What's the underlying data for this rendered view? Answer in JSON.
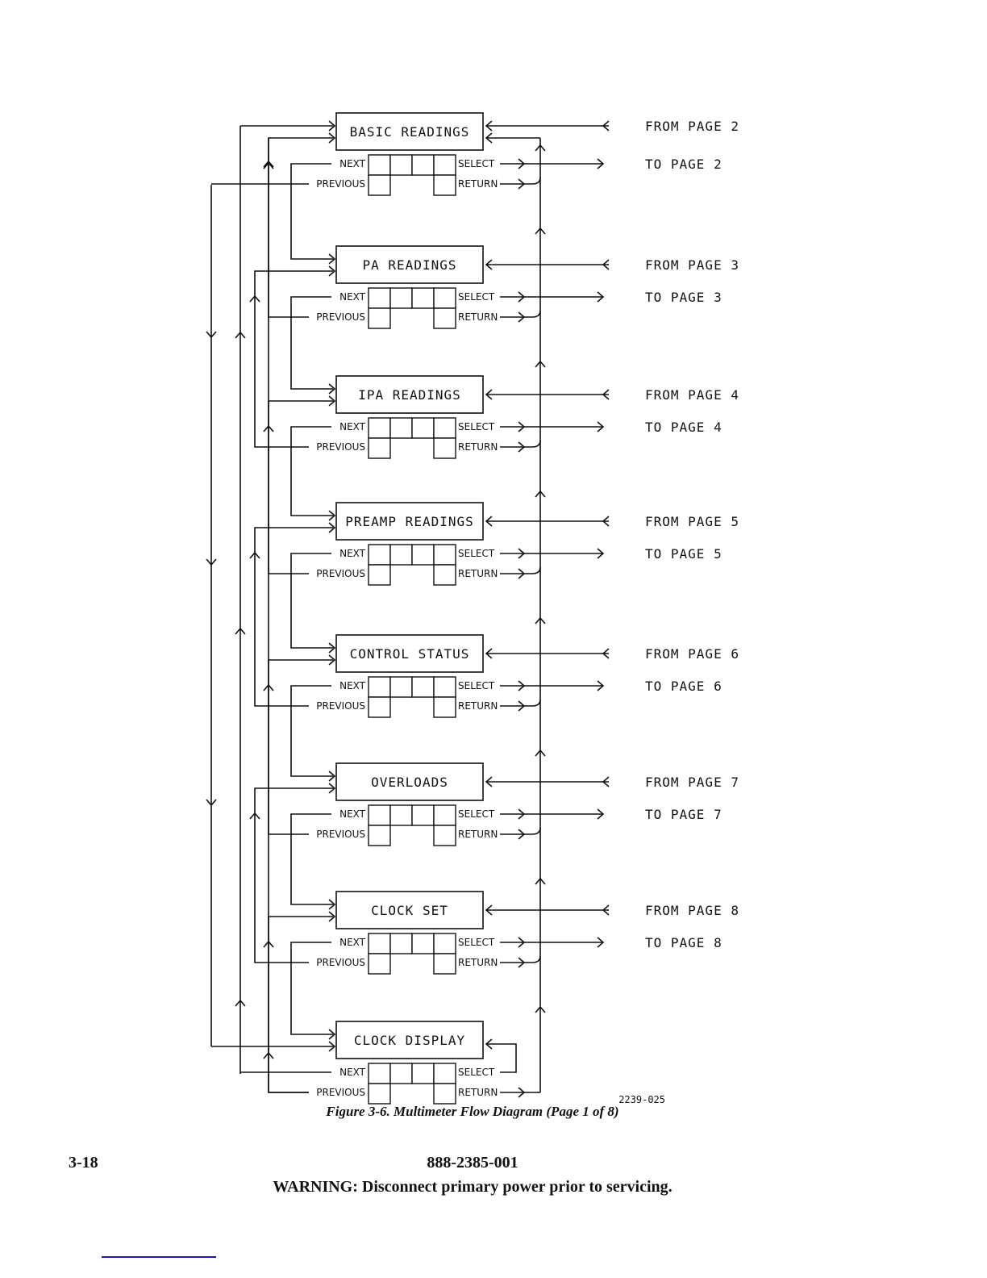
{
  "figure": {
    "caption": "Figure 3-6. Multimeter Flow Diagram (Page 1 of 8)",
    "figure_id": "2239-025"
  },
  "screens": [
    {
      "title": "BASIC READINGS",
      "from_page": "FROM PAGE 2",
      "to_page": "TO PAGE 2"
    },
    {
      "title": "PA READINGS",
      "from_page": "FROM PAGE 3",
      "to_page": "TO PAGE 3"
    },
    {
      "title": "IPA READINGS",
      "from_page": "FROM PAGE 4",
      "to_page": "TO PAGE 4"
    },
    {
      "title": "PREAMP READINGS",
      "from_page": "FROM PAGE 5",
      "to_page": "TO PAGE 5"
    },
    {
      "title": "CONTROL STATUS",
      "from_page": "FROM PAGE 6",
      "to_page": "TO PAGE 6"
    },
    {
      "title": "OVERLOADS",
      "from_page": "FROM PAGE 7",
      "to_page": "TO PAGE 7"
    },
    {
      "title": "CLOCK SET",
      "from_page": "FROM PAGE 8",
      "to_page": "TO PAGE 8"
    },
    {
      "title": "CLOCK DISPLAY",
      "from_page": null,
      "to_page": null
    }
  ],
  "keys": {
    "next": "NEXT",
    "previous": "PREVIOUS",
    "select": "SELECT",
    "return": "RETURN"
  },
  "footer": {
    "page_number": "3-18",
    "document_number": "888-2385-001",
    "warning": "WARNING:  Disconnect primary power prior to servicing."
  }
}
